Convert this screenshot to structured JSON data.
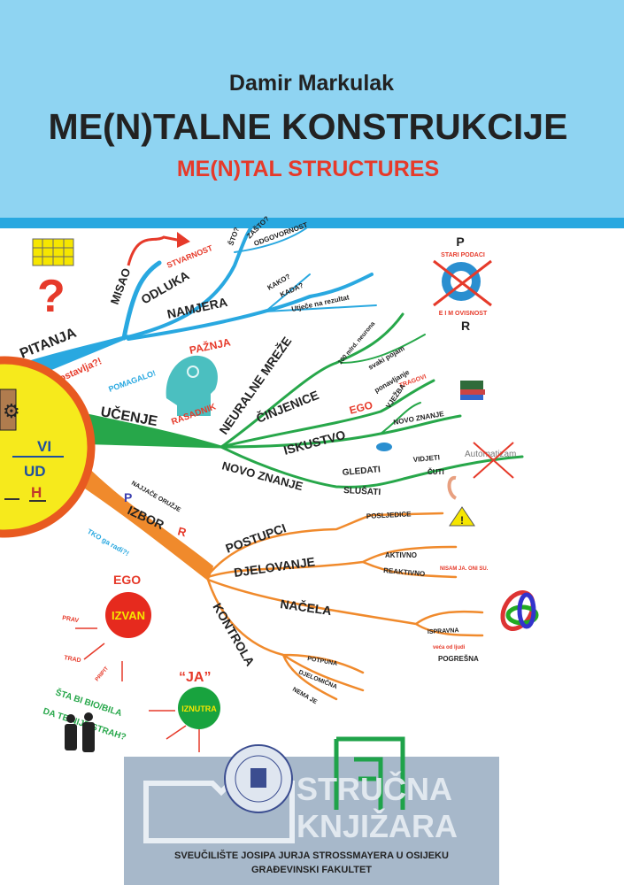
{
  "cover": {
    "author": "Damir Markulak",
    "title": "ME(N)TALNE KONSTRUKCIJE",
    "subtitle": "ME(N)TAL STRUCTURES",
    "colors": {
      "header_bg": "#8fd4f2",
      "stripe": "#29a8e0",
      "title": "#2b2b2b",
      "subtitle": "#e63a2a"
    }
  },
  "mindmap": {
    "center": {
      "top": "VI",
      "middle": "UD",
      "bottom": "H"
    },
    "blue_branch": {
      "main": "PITANJA",
      "misao": "MISAO",
      "stvarnost": "STVARNOST",
      "sto": "ŠTO?",
      "zasto": "ZAŠTO?",
      "odgovornost": "ODGOVORNOST",
      "odluka": "ODLUKA",
      "namjera": "NAMJERA",
      "kako": "KAKO?",
      "kada": "KADA?",
      "utjece": "Utječe na rezultat",
      "paznja": "PAŽNJA",
      "tko": "TKO ih postavlja?!",
      "p": "P",
      "r": "R",
      "stari_podaci": "STARI PODACI",
      "ovisnost": "E I M OVISNOST"
    },
    "green_branch": {
      "main": "UČENJE",
      "pomagalo": "POMAGALO!",
      "rasadnik": "RASADNIK",
      "neuralne": "NEURALNE MREŽE",
      "neurona": "100 mlrd. neurona",
      "pojam": "svaki pojam",
      "cinjenice": "ČINJENICE",
      "ponavljanje": "ponavljanje",
      "tragovi": "TRAGOVI",
      "iskustvo": "ISKUSTVO",
      "ego": "EGO",
      "vjezba": "VJEŽBA",
      "novo_znanje_small": "NOVO ZNANJE",
      "novo_znanje": "NOVO ZNANJE",
      "gledati": "GLEDATI",
      "slusati": "SLUŠATI",
      "vidjeti": "VIDJETI",
      "cuti": "ČUTI",
      "automatizam": "Automatizam"
    },
    "orange_branch": {
      "izbor": "IZBOR",
      "p": "P",
      "r": "R",
      "najjace": "NAJJAČE ORUŽJE",
      "tko": "TKO ga radi?!",
      "postupci": "POSTUPCI",
      "posljedice": "POSLJEDICE",
      "djelovanje": "DJELOVANJE",
      "aktivno": "AKTIVNO",
      "reaktivno": "REAKTIVNO",
      "nisam": "NISAM JA. ONI SU.",
      "nacela": "NAČELA",
      "ispravna": "ISPRAVNA",
      "veca": "veća od ljudi",
      "pogresna": "POGREŠNA",
      "kontrola": "KONTROLA",
      "potpuna": "POTPUNA",
      "djelomicna": "DJELOMIČNA",
      "nema": "NEMA JE"
    },
    "ego_area": {
      "ego": "EGO",
      "izvan": "IZVAN",
      "prav": "PRAV",
      "trad": "TRAD",
      "pripit": "PRIPIT",
      "ja": "“JA”",
      "iznutra": "IZNUTRA",
      "question1": "ŠTA BI BIO/BILA",
      "question2": "DA TE NIJE STRAH?"
    }
  },
  "footer": {
    "university": "SVEUČILIŠTE JOSIPA JURJA STROSSMAYERA U OSIJEKU",
    "faculty": "GRAĐEVINSKI FAKULTET",
    "watermark": [
      "STRUČNA",
      "KNJIŽARA"
    ]
  }
}
